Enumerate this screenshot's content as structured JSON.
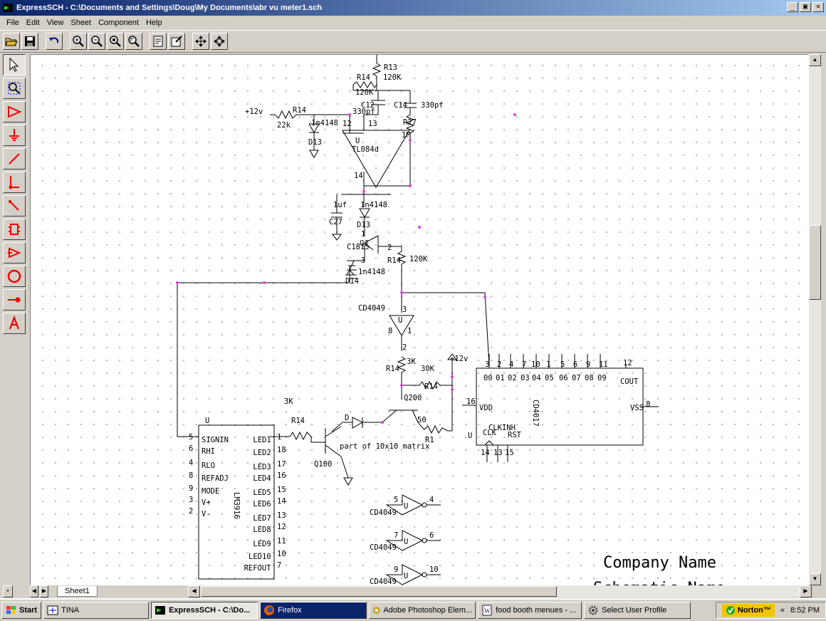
{
  "window": {
    "title": "ExpressSCH - C:\\Documents and Settings\\Doug\\My Documents\\abr vu meter1.sch",
    "controls": [
      "_",
      "▣",
      "×"
    ]
  },
  "menu": [
    "File",
    "Edit",
    "View",
    "Sheet",
    "Component",
    "Help"
  ],
  "toolbar_icons": [
    "open-folder-icon",
    "save-disk-icon",
    "undo-icon",
    "zoom-in-icon",
    "zoom-out-icon",
    "zoom-fit-icon",
    "zoom-page-icon",
    "properties-icon",
    "component-edit-icon",
    "pan-icon",
    "pan-all-icon"
  ],
  "palette_icons": [
    "select-arrow-icon",
    "zoom-area-icon",
    "component-icon",
    "ground-icon",
    "wire-icon",
    "bus-icon",
    "bus-entry-icon",
    "part-icon",
    "port-icon",
    "circle-icon",
    "junction-icon",
    "text-icon"
  ],
  "schematic": {
    "labels": {
      "r13": "R13",
      "r14a": "R14",
      "r14a_val": "120K",
      "r14b_val": "120K",
      "c12": "C12",
      "c12_val": "330pf",
      "c14": "C14",
      "c14_val": "330pf",
      "r27": "R27",
      "r27_val": "1M",
      "plus12_1": "+12v",
      "r14c": "R14",
      "r14c_val": "22k",
      "d_1n4148_1": "1n4148",
      "d13a": "D13",
      "pin12": "12",
      "pin13": "13",
      "opamp_u": "U",
      "opamp_part": "TL084d",
      "pin14": "14",
      "c27_val": "1uf",
      "c27": "C27",
      "d_1n4148_2": "1n4148",
      "d13b": "D13",
      "q_pin1": "1",
      "q_pin2": "2",
      "q_pin3": "3",
      "q_name": "Q?",
      "q_part": "C1815",
      "r14d": "R14",
      "r14d_val": "120K",
      "d_1n4148_3": "1n4148",
      "d14": "D14",
      "cd4049_a": "CD4049",
      "inv_pin3": "3",
      "inv_u": "U",
      "inv_pin8": "8",
      "inv_pin1": "1",
      "inv_pin2": "2",
      "r14e": "R14",
      "r14e_val": "3K",
      "r14f_val": "30K",
      "r14f": "R14",
      "plus12_2": "+12v",
      "q200": "Q200",
      "r1": "R1",
      "r1_val": "50",
      "r14g_val": "3K",
      "r14g": "R14",
      "d_led": "D",
      "q100": "Q100",
      "matrix_note": "part of 10x10 matrix",
      "cd4017_part": "CD4017",
      "cd4017_u": "U",
      "cd4017_vdd_pin": "16",
      "cd4017_vdd": "VDD",
      "cd4017_vss": "VSS",
      "cd4017_vss_pin": "8",
      "cd4017_cout": "COUT",
      "cd4017_clk": "CLK",
      "cd4017_clkinh": "CLKINH",
      "cd4017_rst": "RST",
      "cd4017_pin_bottom": [
        "14",
        "13",
        "15"
      ],
      "lm3916_u": "U",
      "lm3916_part": "LM3916",
      "cd4049_b": "CD4049",
      "cd4049_c": "CD4049",
      "cd4049_d": "CD4049",
      "company": "Company Name",
      "schematic_name": "Schematic Name"
    },
    "cd4017_top": [
      {
        "pin": "3",
        "out": "00"
      },
      {
        "pin": "2",
        "out": "01"
      },
      {
        "pin": "4",
        "out": "02"
      },
      {
        "pin": "7",
        "out": "03"
      },
      {
        "pin": "10",
        "out": "04"
      },
      {
        "pin": "1",
        "out": "05"
      },
      {
        "pin": "5",
        "out": "06"
      },
      {
        "pin": "6",
        "out": "07"
      },
      {
        "pin": "9",
        "out": "08"
      },
      {
        "pin": "11",
        "out": "09"
      }
    ],
    "cd4017_cout_pin": "12",
    "lm3916_left": [
      {
        "pin": "5",
        "name": "SIGNIN"
      },
      {
        "pin": "6",
        "name": "RHI"
      },
      {
        "pin": "4",
        "name": "RLO"
      },
      {
        "pin": "8",
        "name": "REFADJ"
      },
      {
        "pin": "9",
        "name": "MODE"
      },
      {
        "pin": "3",
        "name": "V+"
      },
      {
        "pin": "2",
        "name": "V-"
      }
    ],
    "lm3916_right": [
      {
        "pin": "1",
        "name": "LED1"
      },
      {
        "pin": "18",
        "name": "LED2"
      },
      {
        "pin": "17",
        "name": "LED3"
      },
      {
        "pin": "16",
        "name": "LED4"
      },
      {
        "pin": "15",
        "name": "LED5"
      },
      {
        "pin": "14",
        "name": "LED6"
      },
      {
        "pin": "13",
        "name": "LED7"
      },
      {
        "pin": "12",
        "name": "LED8"
      },
      {
        "pin": "11",
        "name": "LED9"
      },
      {
        "pin": "10",
        "name": "LED10"
      },
      {
        "pin": "7",
        "name": "REFOUT"
      }
    ],
    "inverters": [
      {
        "pin_in": "5",
        "pin_out": "4",
        "u": "U"
      },
      {
        "pin_in": "7",
        "pin_out": "6",
        "u": "U"
      },
      {
        "pin_in": "9",
        "pin_out": "10",
        "u": "U"
      }
    ]
  },
  "sheet_tab": "Sheet1",
  "taskbar": {
    "start": "Start",
    "tasks": [
      "TINA",
      "ExpressSCH - C:\\Do...",
      "Firefox",
      "Adobe Photoshop Elem...",
      "food booth menues - ...",
      "Select User Profile"
    ],
    "norton": "Norton™",
    "chevron": "«",
    "clock": "8:52 PM"
  }
}
